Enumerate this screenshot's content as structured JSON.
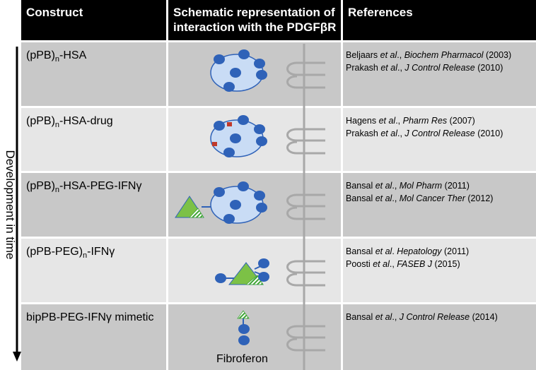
{
  "header": {
    "construct": "Construct",
    "schematic_line1": "Schematic representation of",
    "schematic_line2": "interaction with the PDGFβR",
    "references": "References"
  },
  "timeline_label": "Development in time",
  "rows": [
    {
      "construct": {
        "pre": "(pPB)",
        "sub": "n",
        "post": "-HSA"
      },
      "refs": [
        {
          "authors": "Beljaars ",
          "etal": "et al",
          "sep": "., ",
          "journal": "Biochem Pharmacol",
          "year": " (2003)"
        },
        {
          "authors": "Prakash ",
          "etal": "et al",
          "sep": "., ",
          "journal": "J Control Release",
          "year": " (2010)"
        }
      ]
    },
    {
      "construct": {
        "pre": "(pPB)",
        "sub": "n",
        "post": "-HSA-drug"
      },
      "refs": [
        {
          "authors": "Hagens ",
          "etal": "et al",
          "sep": "., ",
          "journal": "Pharm Res",
          "year": " (2007)"
        },
        {
          "authors": "Prakash ",
          "etal": "et al",
          "sep": "., ",
          "journal": "J Control Release",
          "year": " (2010)"
        }
      ]
    },
    {
      "construct": {
        "pre": "(pPB)",
        "sub": "n",
        "post": "-HSA-PEG-IFNγ"
      },
      "refs": [
        {
          "authors": "Bansal ",
          "etal": "et al",
          "sep": "., ",
          "journal": "Mol Pharm",
          "year": " (2011)"
        },
        {
          "authors": "Bansal ",
          "etal": "et al",
          "sep": "., ",
          "journal": "Mol Cancer Ther",
          "year": " (2012)"
        }
      ]
    },
    {
      "construct": {
        "pre": "(pPB-PEG)",
        "sub": "n",
        "post": "-IFNγ"
      },
      "refs": [
        {
          "authors": "Bansal ",
          "etal": "et al",
          "sep": ". ",
          "journal": "Hepatology",
          "year": " (2011)"
        },
        {
          "authors": "Poosti ",
          "etal": "et al",
          "sep": "., ",
          "journal": "FASEB J",
          "year": " (2015)"
        }
      ]
    },
    {
      "construct": {
        "pre": "bipPB-PEG-IFNγ mimetic",
        "sub": "",
        "post": ""
      },
      "refs": [
        {
          "authors": "Bansal ",
          "etal": "et al",
          "sep": "., ",
          "journal": "J Control Release",
          "year": " (2014)"
        }
      ],
      "caption": "Fibroferon"
    }
  ],
  "colors": {
    "header_bg": "#000000",
    "row_dark": "#c8c8c8",
    "row_light": "#e6e6e6",
    "hsa_fill": "#c9dcf5",
    "peptide_blue": "#2f62b8",
    "ifn_green": "#7cc146",
    "drug_red": "#c0392b",
    "receptor_gray": "#a8a8a8"
  }
}
